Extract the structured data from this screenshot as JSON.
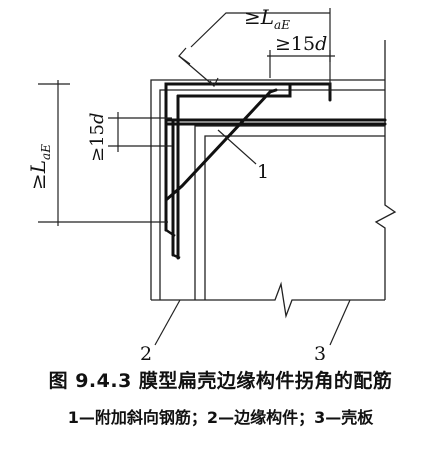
{
  "figure": {
    "caption_title": "图 9.4.3   膜型扁壳边缘构件拐角的配筋",
    "caption_legend": "1—附加斜向钢筋；2—边缘构件；3—壳板"
  },
  "dimensions": {
    "top_anchorage_prefix": "≥",
    "top_anchorage_symbol": "L",
    "top_anchorage_subscript": "aE",
    "top_bend_prefix": "≥",
    "top_bend_value": "15",
    "top_bend_unit": "d",
    "left_anchorage_prefix": "≥",
    "left_anchorage_symbol": "L",
    "left_anchorage_subscript": "aE",
    "left_bend_prefix": "≥",
    "left_bend_value": "15",
    "left_bend_unit": "d"
  },
  "callouts": {
    "item1": "1",
    "item2": "2",
    "item3": "3"
  }
}
